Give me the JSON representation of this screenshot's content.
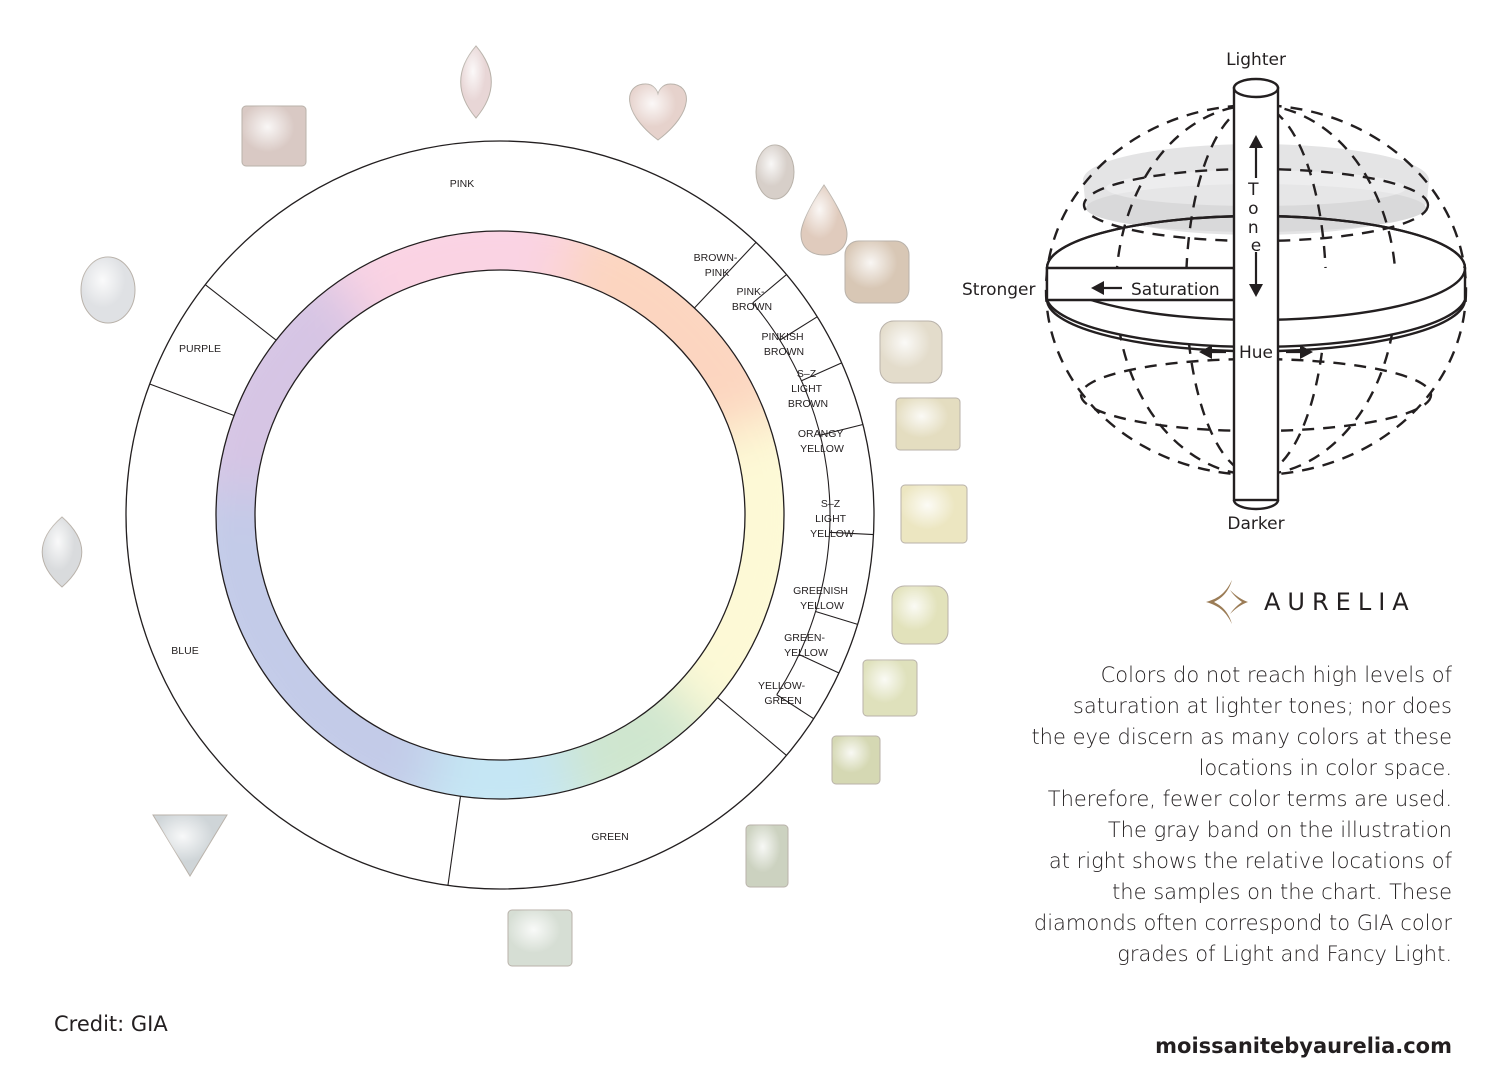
{
  "wheel": {
    "segments": {
      "pink": "PINK",
      "purple": "PURPLE",
      "blue": "BLUE",
      "green": "GREEN",
      "brown_pink": [
        "BROWN-",
        "PINK"
      ],
      "pink_brown": [
        "PINK-",
        "BROWN"
      ],
      "pinkish_brown": [
        "PINKISH",
        "BROWN"
      ],
      "sz_light_brown": [
        "S–Z",
        "LIGHT",
        "BROWN"
      ],
      "orangy_yellow": [
        "ORANGY",
        "YELLOW"
      ],
      "sz_light_yellow": [
        "S–Z",
        "LIGHT",
        "YELLOW"
      ],
      "greenish_yellow": [
        "GREENISH",
        "YELLOW"
      ],
      "green_yellow": [
        "GREEN-",
        "YELLOW"
      ],
      "yellow_green": [
        "YELLOW-",
        "GREEN"
      ]
    },
    "colors": {
      "pink": "#fad3e3",
      "peach": "#fcd5c0",
      "yellow": "#fdf9d6",
      "green": "#cfe6cf",
      "cyan": "#c5e6f4",
      "blue": "#c3cbe8",
      "purple": "#d6c5e4"
    }
  },
  "stones": [
    {
      "shape": "marquise",
      "color": "#e8d6d6"
    },
    {
      "shape": "heart",
      "color": "#e6d2cc"
    },
    {
      "shape": "radiant",
      "color": "#d9c9c4"
    },
    {
      "shape": "oval",
      "color": "#d7cfc9"
    },
    {
      "shape": "pear",
      "color": "#e0cbbd"
    },
    {
      "shape": "cushion",
      "color": "#d8c7b5"
    },
    {
      "shape": "cushion",
      "color": "#e3dccb"
    },
    {
      "shape": "radiant",
      "color": "#e4ddc0"
    },
    {
      "shape": "radiant",
      "color": "#ece6c1"
    },
    {
      "shape": "cushion",
      "color": "#e2e2bb"
    },
    {
      "shape": "radiant",
      "color": "#dfe1bc"
    },
    {
      "shape": "radiant",
      "color": "#d5d8b3"
    },
    {
      "shape": "radiant",
      "color": "#ccd2c0"
    },
    {
      "shape": "radiant",
      "color": "#d6ded4"
    },
    {
      "shape": "triangle",
      "color": "#cfd5d8"
    },
    {
      "shape": "marquise",
      "color": "#d9dbdd"
    },
    {
      "shape": "oval",
      "color": "#dfe1e4"
    }
  ],
  "sphere": {
    "lighter": "Lighter",
    "darker": "Darker",
    "stronger": "Stronger",
    "saturation": "Saturation",
    "hue": "Hue",
    "tone": [
      "T",
      "o",
      "n",
      "e"
    ]
  },
  "brand": {
    "name": "AURELIA",
    "accent": "#9b7c56"
  },
  "description": [
    "Colors do not reach high levels of",
    "saturation at lighter tones; nor does",
    "the eye discern as many colors at these",
    "locations in color space.",
    "Therefore, fewer color terms are used.",
    "The gray band on the illustration",
    "at right shows the relative locations of",
    "the samples on the chart. These",
    "diamonds often correspond to GIA color",
    "grades of Light and Fancy Light."
  ],
  "credit": "Credit: GIA",
  "website": "moissanitebyaurelia.com"
}
